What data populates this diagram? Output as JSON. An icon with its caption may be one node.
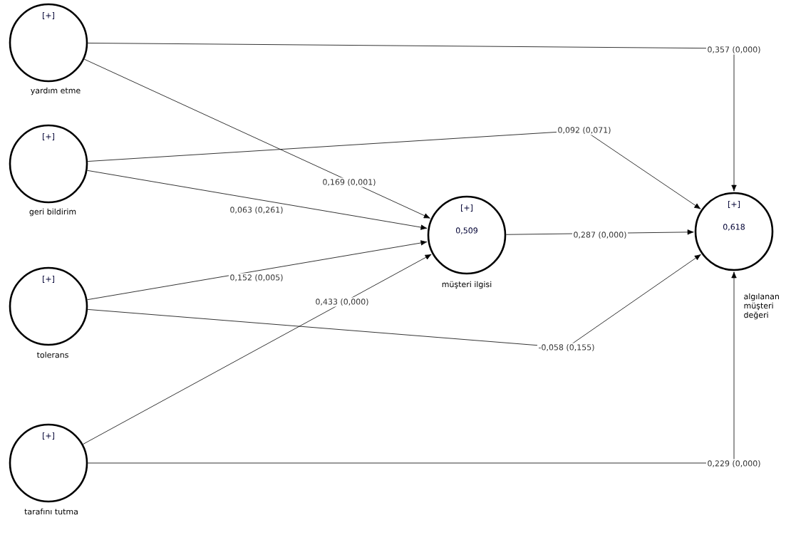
{
  "diagram": {
    "nodes": [
      {
        "text": [
          "[+]"
        ],
        "beside": [
          "yardım etme"
        ]
      },
      {
        "text": [
          "[+]"
        ],
        "beside": [
          "geri bildirim"
        ]
      },
      {
        "text": [
          "[+]"
        ],
        "beside": [
          "tolerans"
        ]
      },
      {
        "text": [
          "[+]"
        ],
        "beside": [
          "tarafını tutma"
        ]
      },
      {
        "text": [
          "[+]",
          "0,509"
        ],
        "beside": [
          "müşteri ilgisi"
        ]
      },
      {
        "text": [
          "[+]",
          "0,618"
        ],
        "beside": [
          "algılanan müşteri değeri"
        ]
      }
    ],
    "edges": [
      {
        "from": 0,
        "to": 5,
        "arrow": "to",
        "label": "0,357 (0,000)"
      },
      {
        "from": 0,
        "to": 4,
        "arrow": "to",
        "label": "0,169 (0,001)"
      },
      {
        "from": 1,
        "to": 5,
        "arrow": "to",
        "label": "0,092 (0,071)"
      },
      {
        "from": 1,
        "to": 4,
        "arrow": "to",
        "label": "0,063 (0,261)"
      },
      {
        "from": 2,
        "to": 4,
        "arrow": "to",
        "label": "0,152 (0,005)"
      },
      {
        "from": 2,
        "to": 5,
        "arrow": "to",
        "label": "-0,058 (0,155)"
      },
      {
        "from": 3,
        "to": 4,
        "arrow": "to",
        "label": "0,433 (0,000)"
      },
      {
        "from": 4,
        "to": 5,
        "arrow": "to",
        "label": "0,287 (0,000)"
      },
      {
        "from": 3,
        "to": 5,
        "arrow": "to",
        "label": "0,229 (0,000)"
      }
    ]
  }
}
